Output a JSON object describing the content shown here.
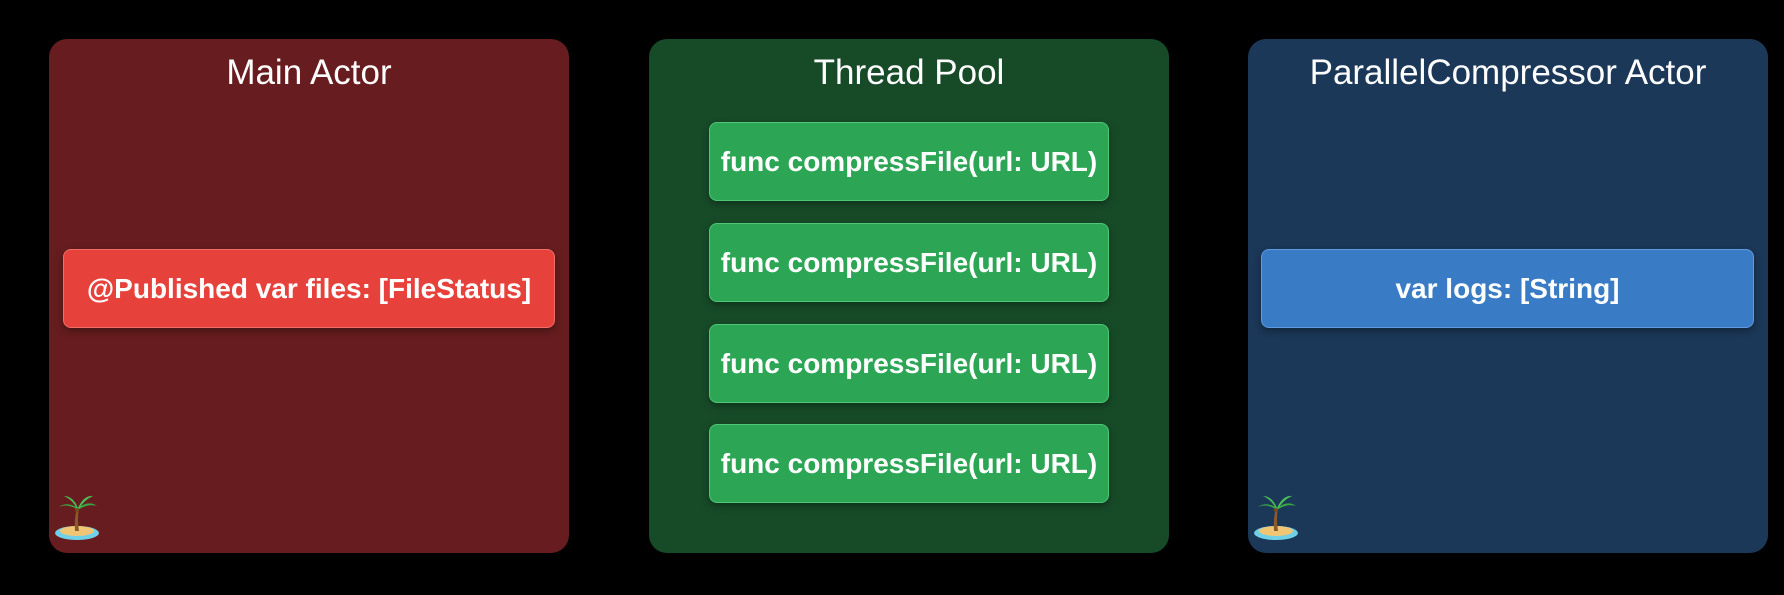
{
  "panels": {
    "main_actor": {
      "title": "Main Actor",
      "property": "@Published var files: [FileStatus]",
      "icon": "island-icon"
    },
    "thread_pool": {
      "title": "Thread Pool",
      "tasks": [
        "func compressFile(url: URL)",
        "func compressFile(url: URL)",
        "func compressFile(url: URL)",
        "func compressFile(url: URL)"
      ]
    },
    "parallel_compressor": {
      "title": "ParallelCompressor Actor",
      "property": "var logs: [String]",
      "icon": "island-icon"
    }
  },
  "colors": {
    "background": "#000000",
    "main_actor_panel": "#671d1f",
    "thread_pool_panel": "#174b28",
    "compressor_panel": "#1b3858",
    "red_chip": "#e7413b",
    "green_chip": "#2ca655",
    "blue_chip": "#3a7bc5"
  }
}
